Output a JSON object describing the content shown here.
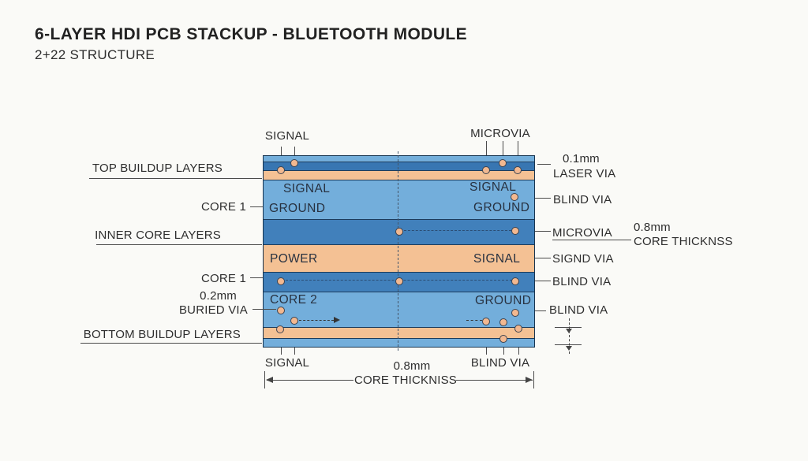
{
  "title": "6-LAYER HDI PCB STACKUP - BLUETOOTH MODULE",
  "subtitle": "2+22 STRUCTURE",
  "colors": {
    "layer_light_blue": "#73AEDB",
    "layer_mid_blue": "#4180BB",
    "layer_dark_blue": "#3876B2",
    "layer_orange": "#F4C194",
    "via_fill": "#F2B890",
    "outline": "#17344F",
    "text": "#2E2E2E",
    "background": "#FAFAF7"
  },
  "top_labels": {
    "signal": "SIGNAL",
    "microvia": "MICROVIA"
  },
  "left_labels": {
    "top_buildup": "TOP BUILDUP LAYERS",
    "core1_upper": "CORE 1",
    "inner_core": "INNER CORE LAYERS",
    "core1_lower": "CORE 1",
    "buried_via_size": "0.2mm",
    "buried_via": "BURIED VIA",
    "bottom_buildup": "BOTTOM BUILDUP LAYERS"
  },
  "right_labels": {
    "laser_via_size": "0.1mm",
    "laser_via": "LASER VIA",
    "blind_via_1": "BLIND VIA",
    "microvia": "MICROVIA",
    "core_thickness_size": "0.8mm",
    "core_thickness": "CORE THICKNSS",
    "signd_via": "SIGND VIA",
    "blind_via_2": "BLIND VIA",
    "blind_via_3": "BLIND VIA"
  },
  "bottom_labels": {
    "signal": "SIGNAL",
    "core_thickness_size": "0.8mm",
    "core_thickness": "CORE THICKNISS",
    "blind_via": "BLIND VIA"
  },
  "layer_texts": {
    "top_core_signal_left": "SIGNAL",
    "top_core_signal_right": "SIGNAL",
    "top_core_ground_left": "GROUND",
    "top_core_ground_right": "GROUND",
    "power_plane": "POWER",
    "signal_plane": "SIGNAL",
    "core2": "CORE 2",
    "bottom_core_ground": "GROUND"
  }
}
